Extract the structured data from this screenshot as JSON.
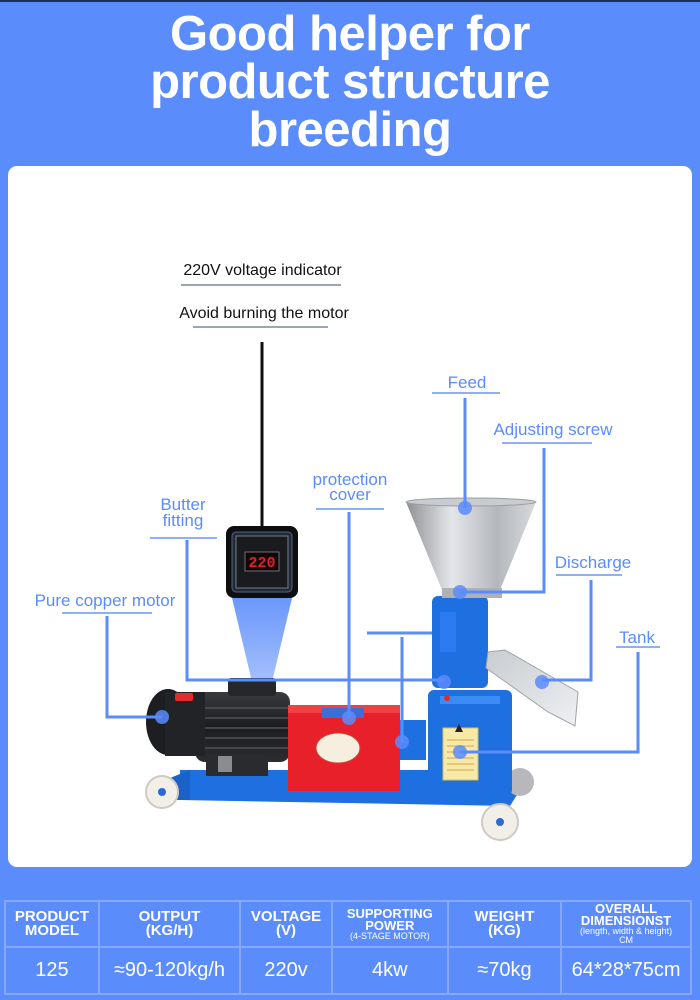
{
  "headline": {
    "lines": [
      "Good helper for",
      "product structure",
      "breeding"
    ]
  },
  "colors": {
    "background": "#5a8cfb",
    "label": "#5a8cfb",
    "machine_blue": "#1e6fe0",
    "cover_red": "#e8202a",
    "indicator_digits": "#e0202a"
  },
  "indicator": {
    "line1": "220V voltage indicator",
    "line2": "Avoid burning the motor",
    "display_value": "220"
  },
  "labels": {
    "feed": "Feed",
    "adjusting_screw": "Adjusting screw",
    "discharge": "Discharge",
    "tank": "Tank",
    "protection_cover_1": "protection",
    "protection_cover_2": "cover",
    "butter_fitting_1": "Butter",
    "butter_fitting_2": "fitting",
    "pure_copper_motor": "Pure copper motor"
  },
  "spec_table": {
    "headers": [
      {
        "main": "PRODUCT",
        "main2": "MODEL"
      },
      {
        "main": "OUTPUT",
        "main2": "(KG/H)"
      },
      {
        "main": "VOLTAGE",
        "main2": "(V)"
      },
      {
        "main": "SUPPORTING",
        "main2": "POWER",
        "sub": "(4-STAGE MOTOR)"
      },
      {
        "main": "WEIGHT",
        "main2": "(KG)"
      },
      {
        "main": "OVERALL",
        "main2": "DIMENSIONST",
        "sub": "(length, width & height)",
        "sub2": "CM"
      }
    ],
    "values": [
      "125",
      "≈90-120kg/h",
      "220v",
      "4kw",
      "≈70kg",
      "64*28*75cm"
    ]
  }
}
